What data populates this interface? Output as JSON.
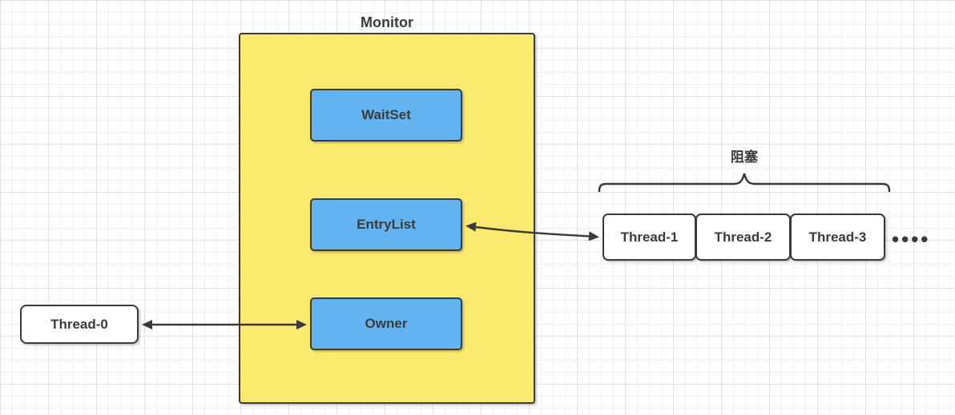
{
  "diagram": {
    "monitor": {
      "title": "Monitor",
      "boxes": [
        {
          "label": "WaitSet"
        },
        {
          "label": "EntryList"
        },
        {
          "label": "Owner"
        }
      ]
    },
    "owner_thread": {
      "label": "Thread-0"
    },
    "blocked_group": {
      "label": "阻塞",
      "threads": [
        {
          "label": "Thread-1"
        },
        {
          "label": "Thread-2"
        },
        {
          "label": "Thread-3"
        }
      ],
      "ellipsis": "••••"
    },
    "colors": {
      "monitor_fill": "#FBEA70",
      "inner_box_fill": "#63B3F0",
      "thread_fill": "#FFFFFF",
      "stroke": "#3A3A3A"
    }
  }
}
